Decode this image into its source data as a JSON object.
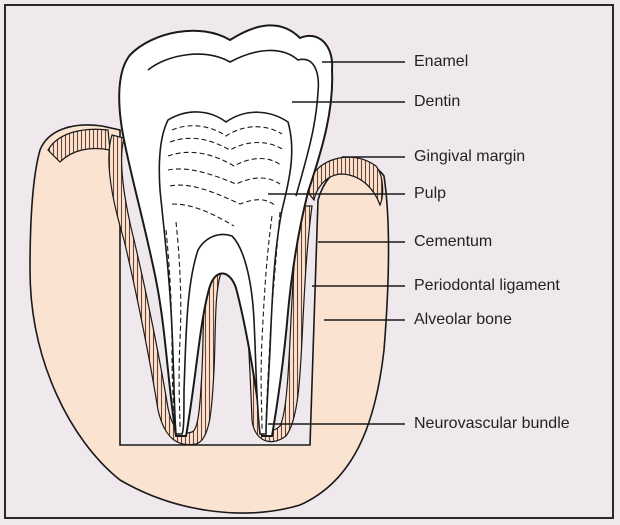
{
  "labels": {
    "enamel": "Enamel",
    "dentin": "Dentin",
    "gingival_margin": "Gingival margin",
    "pulp": "Pulp",
    "cementum": "Cementum",
    "periodontal_ligament": "Periodontal ligament",
    "alveolar_bone": "Alveolar bone",
    "neurovascular_bundle": "Neurovascular bundle"
  },
  "colors": {
    "background": "#efe9ee",
    "gum_fill": "#fbe3d2",
    "ligament_stripe": "#7a4a35",
    "tooth_fill": "#ffffff",
    "outline": "#1a1a1a"
  }
}
